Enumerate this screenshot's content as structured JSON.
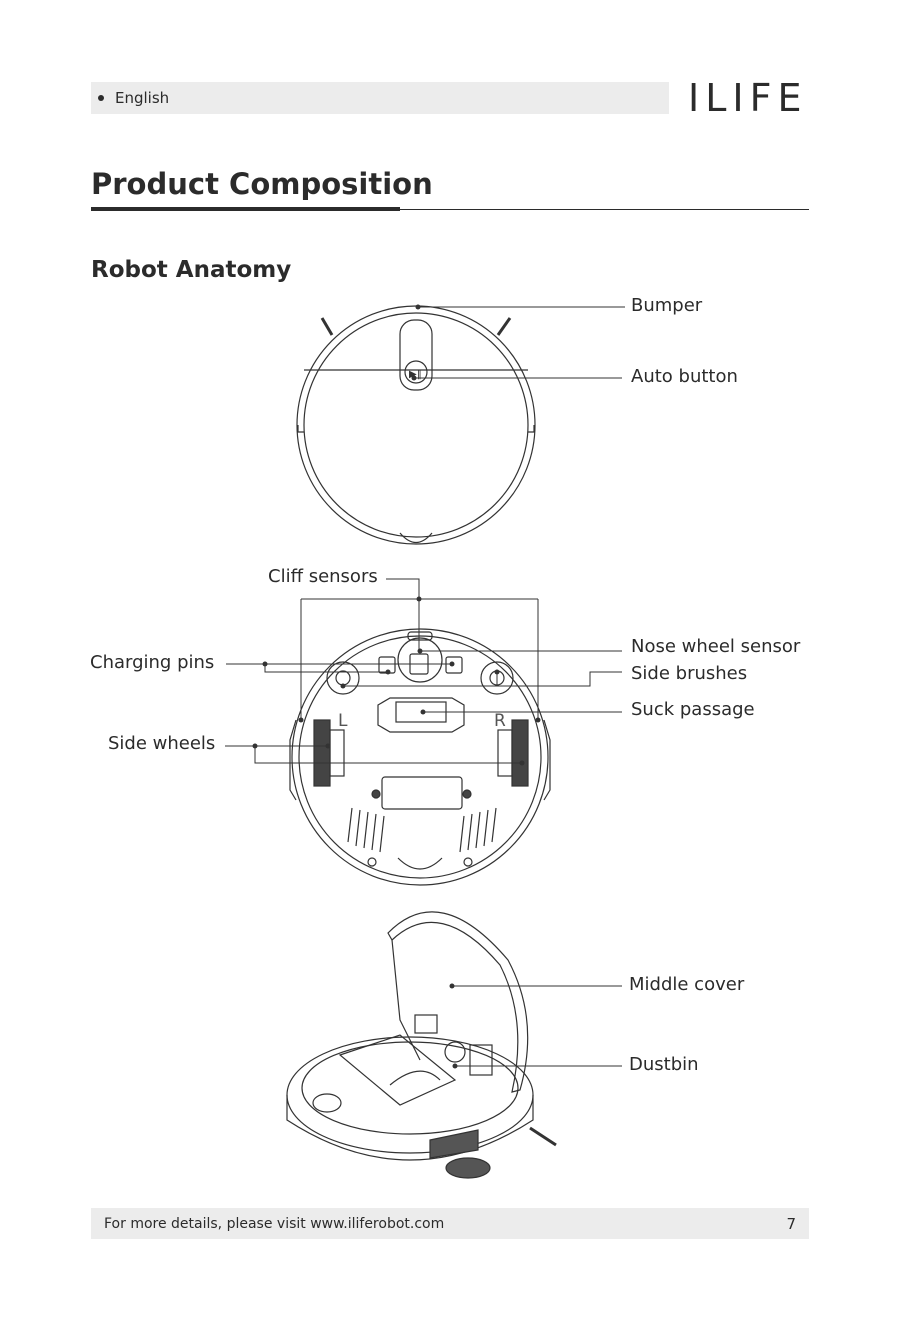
{
  "header": {
    "language": "English",
    "brand_logo": "ILIFE"
  },
  "page_title": "Product Composition",
  "section_title": "Robot Anatomy",
  "labels": {
    "bumper": "Bumper",
    "auto_button": "Auto button",
    "cliff_sensors": "Cliff sensors",
    "nose_wheel_sensor": "Nose wheel sensor",
    "side_brushes": "Side brushes",
    "charging_pins": "Charging pins",
    "suck_passage": "Suck passage",
    "side_wheels": "Side wheels",
    "middle_cover": "Middle cover",
    "dustbin": "Dustbin"
  },
  "bottom_marks": {
    "left": "L",
    "right": "R"
  },
  "footer": {
    "note": "For more details, please visit www.iliferobot.com",
    "page_number": "7"
  }
}
